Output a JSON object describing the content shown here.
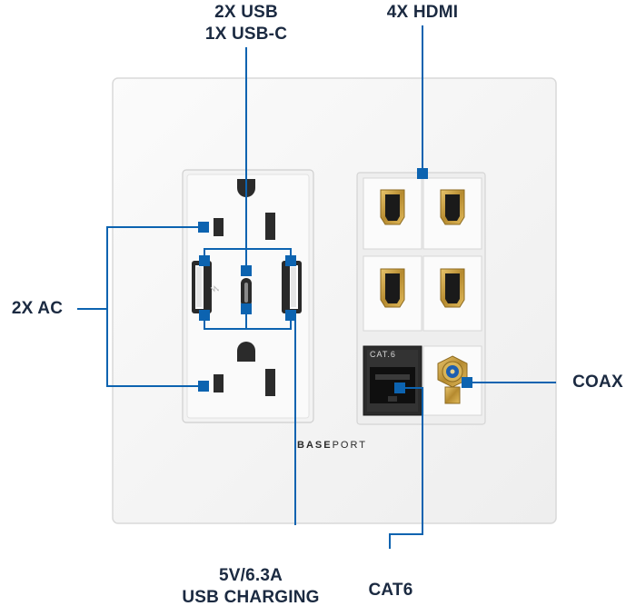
{
  "labels": {
    "usb_line1": "2X USB",
    "usb_line2": "1X USB-C",
    "hdmi": "4X HDMI",
    "ac": "2X AC",
    "coax": "COAX",
    "charging_line1": "5V/6.3A",
    "charging_line2": "USB CHARGING",
    "cat6": "CAT6"
  },
  "plate": {
    "brand_bold": "BASE",
    "brand_rest": "PORT",
    "jack_label": "CAT.6"
  },
  "colors": {
    "callout": "#0c63b0",
    "label_text": "#1b2a41",
    "plate": "#f7f7f7",
    "hdmi_gold": "#c9a24a",
    "coax_blue": "#1d5fb0"
  }
}
